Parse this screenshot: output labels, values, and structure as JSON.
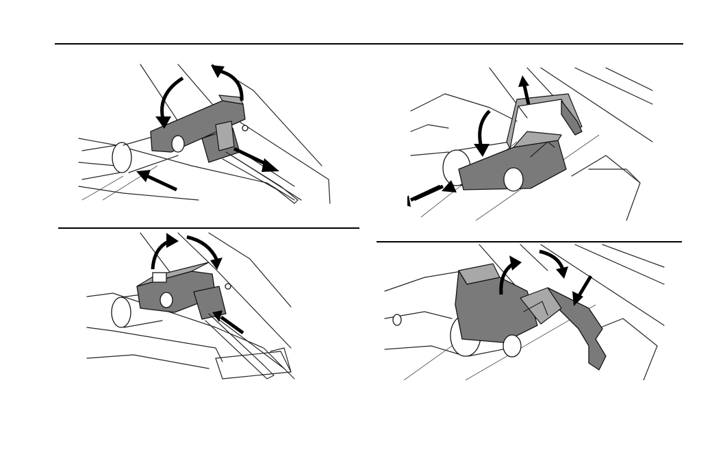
{
  "page": {
    "header_rule": true
  },
  "illustrations": [
    {
      "id": "top-left",
      "description_icon": "roller-guard-open-illustration",
      "arrows": {
        "curved": 2,
        "straight": 2
      }
    },
    {
      "id": "top-right",
      "description_icon": "roller-lever-lift-illustration",
      "arrows": {
        "curved": 1,
        "straight": 2
      }
    },
    {
      "id": "bottom-left",
      "description_icon": "roller-guard-close-illustration",
      "arrows": {
        "curved": 2,
        "straight": 1
      }
    },
    {
      "id": "bottom-right",
      "description_icon": "roller-lever-close-illustration",
      "arrows": {
        "curved": 2,
        "straight": 1
      }
    }
  ]
}
